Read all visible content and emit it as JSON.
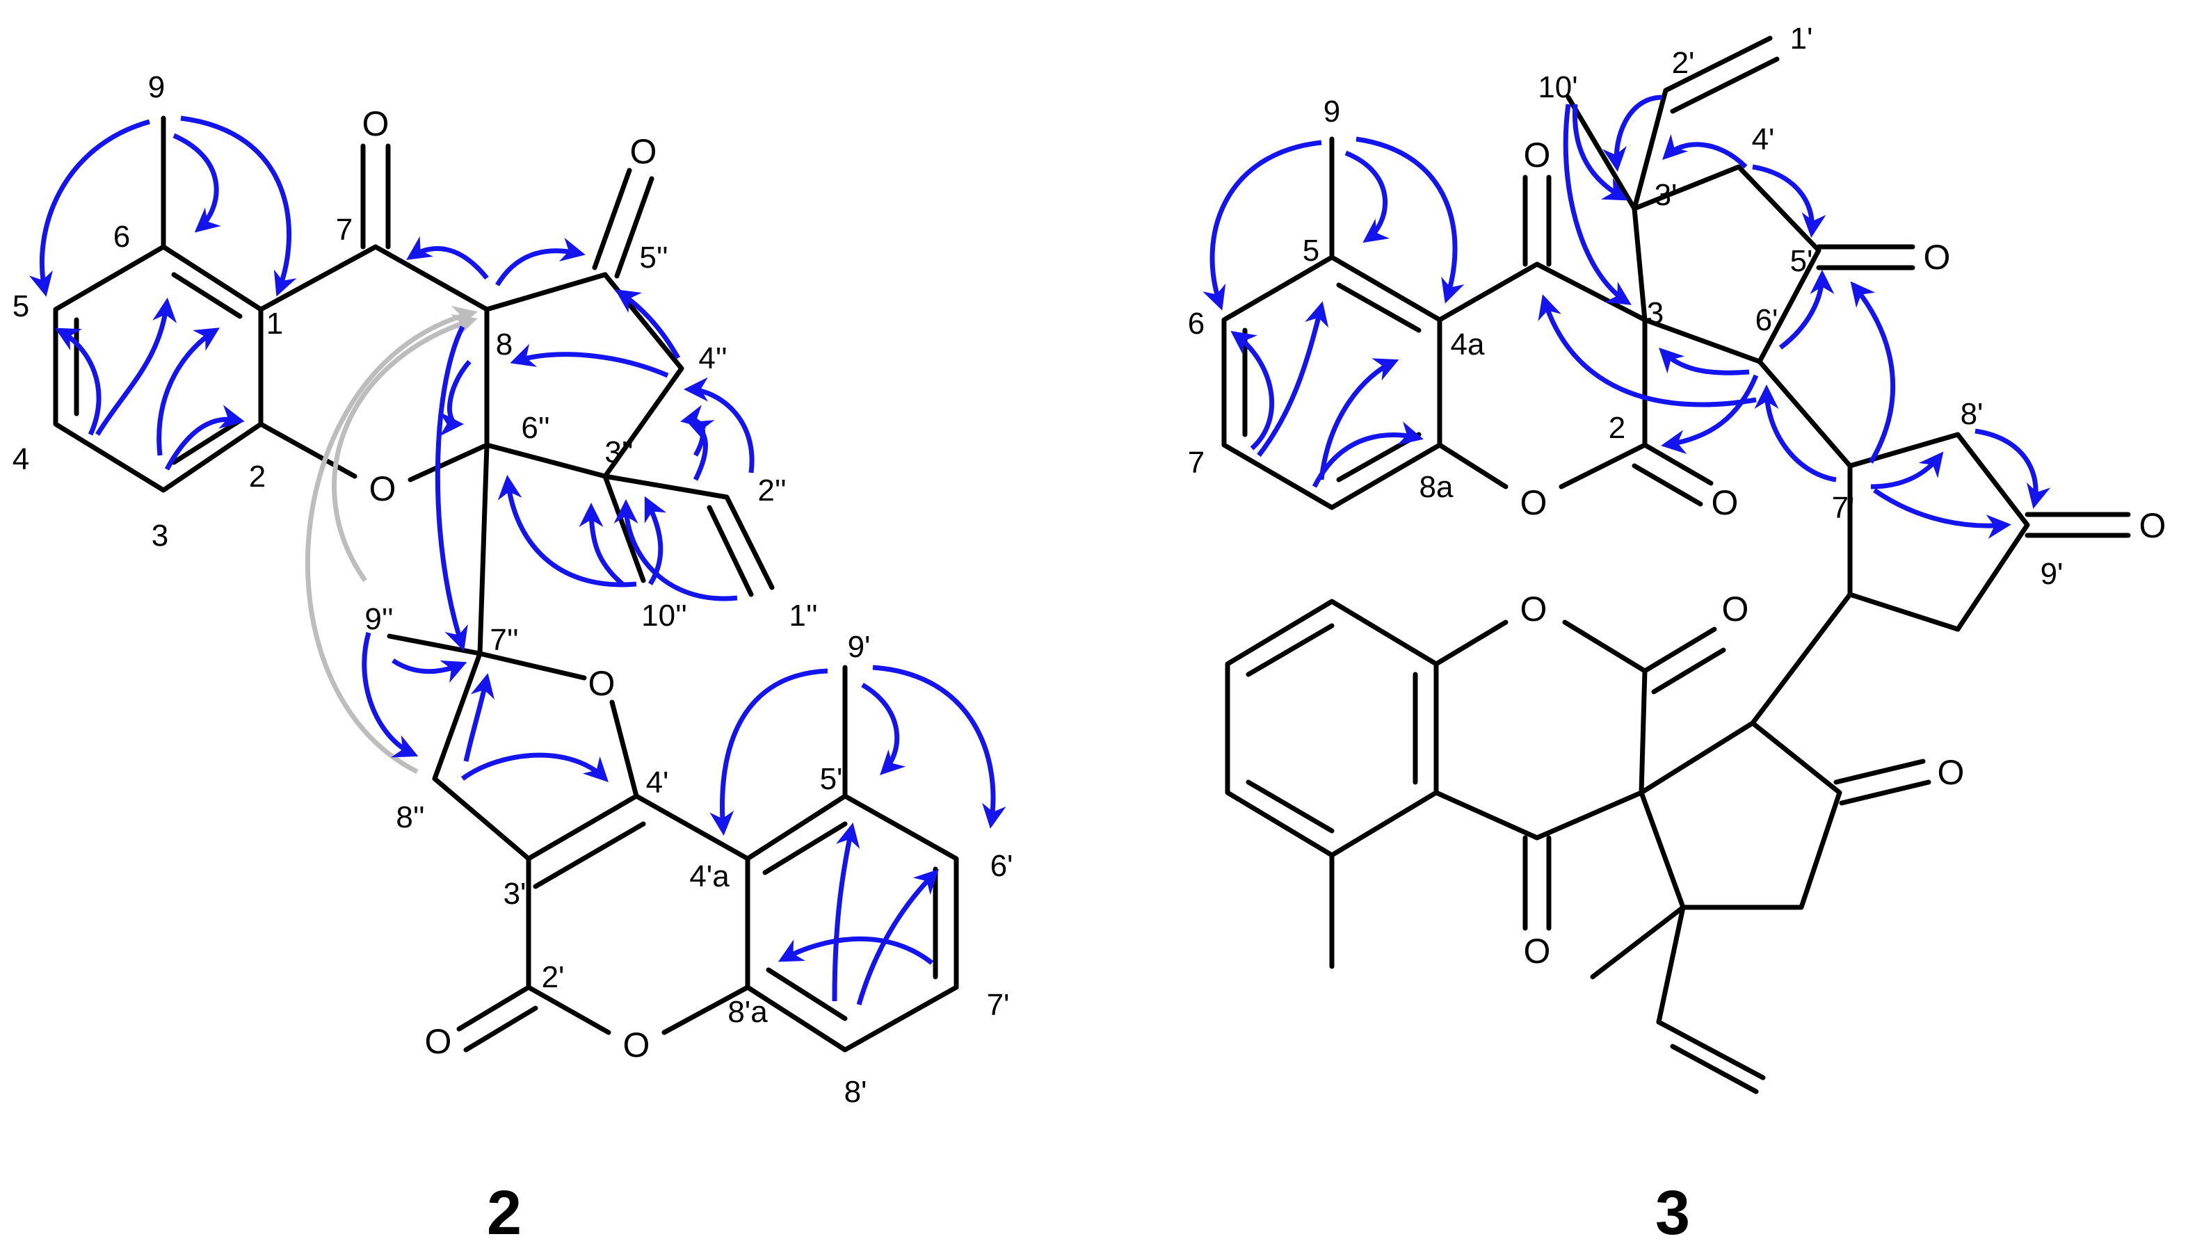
{
  "compound_2": {
    "label": "2",
    "atoms": {
      "O_ketone": "O",
      "O_lactone_c": "O",
      "O_ring": "O",
      "O_furan": "O",
      "O_coumarin_ring": "O",
      "O_coumarin_co": "O"
    },
    "numbers": [
      "9",
      "6",
      "7",
      "5",
      "1",
      "8",
      "5''",
      "4''",
      "6''",
      "3''",
      "2''",
      "4",
      "3",
      "2",
      "10''",
      "1''",
      "9''",
      "7''",
      "9'",
      "5'",
      "6'",
      "4'",
      "4'a",
      "8''",
      "3'",
      "7'",
      "2'",
      "8'a",
      "8'"
    ]
  },
  "compound_3": {
    "label": "3",
    "atoms": {
      "O_4": "O",
      "O_5p": "O",
      "O_2": "O",
      "O_ring": "O",
      "O_9p": "O",
      "O_bottom_lactone": "O",
      "O_bottom_co": "O",
      "O_bottom_ketone_r": "O",
      "O_bottom_ketone_b": "O"
    },
    "numbers": [
      "1'",
      "2'",
      "10'",
      "9",
      "4'",
      "3'",
      "5",
      "5'",
      "3",
      "4a",
      "6'",
      "6",
      "2",
      "8'",
      "7",
      "8a",
      "7'",
      "9'"
    ]
  },
  "colors": {
    "hmbc_arrow": "#1414ee",
    "noe_arrow": "#bdbdbd",
    "bond": "#000000"
  }
}
